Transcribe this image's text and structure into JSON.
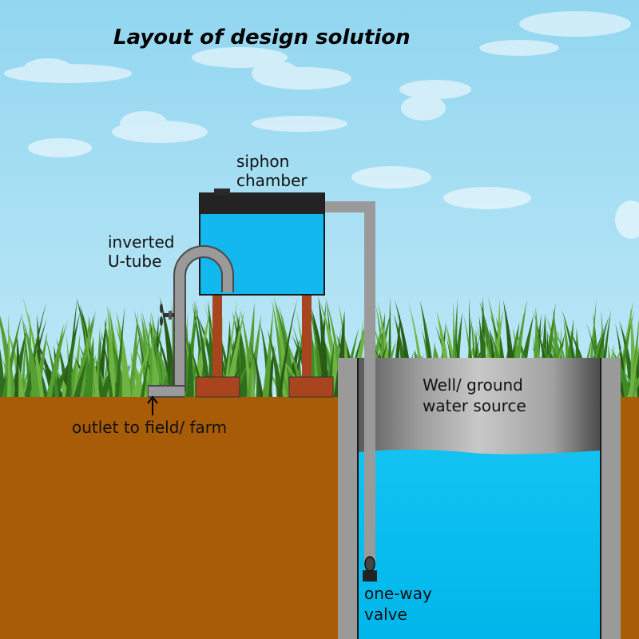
{
  "title": "Layout of design solution",
  "labels": {
    "siphon_chamber_line1": "siphon",
    "siphon_chamber_line2": "chamber",
    "inverted_utube_line1": "inverted",
    "inverted_utube_line2": "U-tube",
    "outlet": "outlet to field/ farm",
    "well_line1": "Well/ ground",
    "well_line2": "water source",
    "valve_line1": "one-way",
    "valve_line2": "valve"
  },
  "colors": {
    "sky": "#a8def2",
    "soil": "#a85c08",
    "water": "#00bfee",
    "pipe": "#9a9a9a",
    "tank_lid": "#232323",
    "tank_water": "#12b8ee",
    "support": "#a8451e",
    "grass": "#3f8a25"
  }
}
